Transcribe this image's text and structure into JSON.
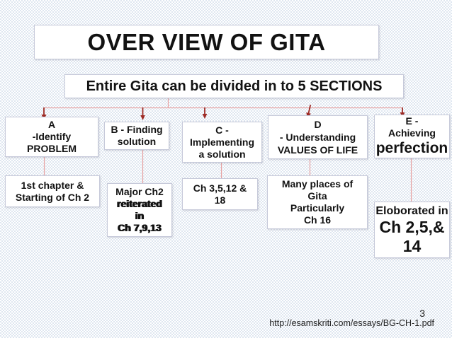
{
  "page": {
    "title": "OVER VIEW OF GITA",
    "subtitle": "Entire Gita can be divided in to 5 SECTIONS"
  },
  "footer": {
    "page_number": "3",
    "source_url": "http://esamskriti.com/essays/BG-CH-1.pdf"
  },
  "colors": {
    "arrow_dark_red": "#9e2b25",
    "connector_pink": "#e7a2a2",
    "box_border": "#c7cada",
    "background_check": "#dee6f0",
    "text": "#121212"
  },
  "sections": [
    {
      "id": "A",
      "label_lines": [
        "A",
        "-Identify",
        "PROBLEM"
      ],
      "detail_lines": [
        "1st chapter &",
        "Starting of Ch 2"
      ]
    },
    {
      "id": "B",
      "label_lines": [
        "B - Finding",
        "solution"
      ],
      "detail_lines": [
        "Major Ch2",
        "reiterated",
        "in",
        "Ch 7,9,13"
      ]
    },
    {
      "id": "C",
      "label_lines": [
        "C -",
        "Implementing",
        "a solution"
      ],
      "detail_lines": [
        "Ch 3,5,12 &",
        "18"
      ]
    },
    {
      "id": "D",
      "label_lines": [
        "D",
        "- Understanding",
        "VALUES OF LIFE"
      ],
      "detail_lines": [
        "Many places of",
        "Gita",
        "Particularly",
        "Ch 16"
      ]
    },
    {
      "id": "E",
      "label_lines": [
        "E -",
        "Achieving",
        "perfection"
      ],
      "detail_lines": [
        "Eloborated in",
        "Ch 2,5,&",
        "14"
      ]
    }
  ]
}
